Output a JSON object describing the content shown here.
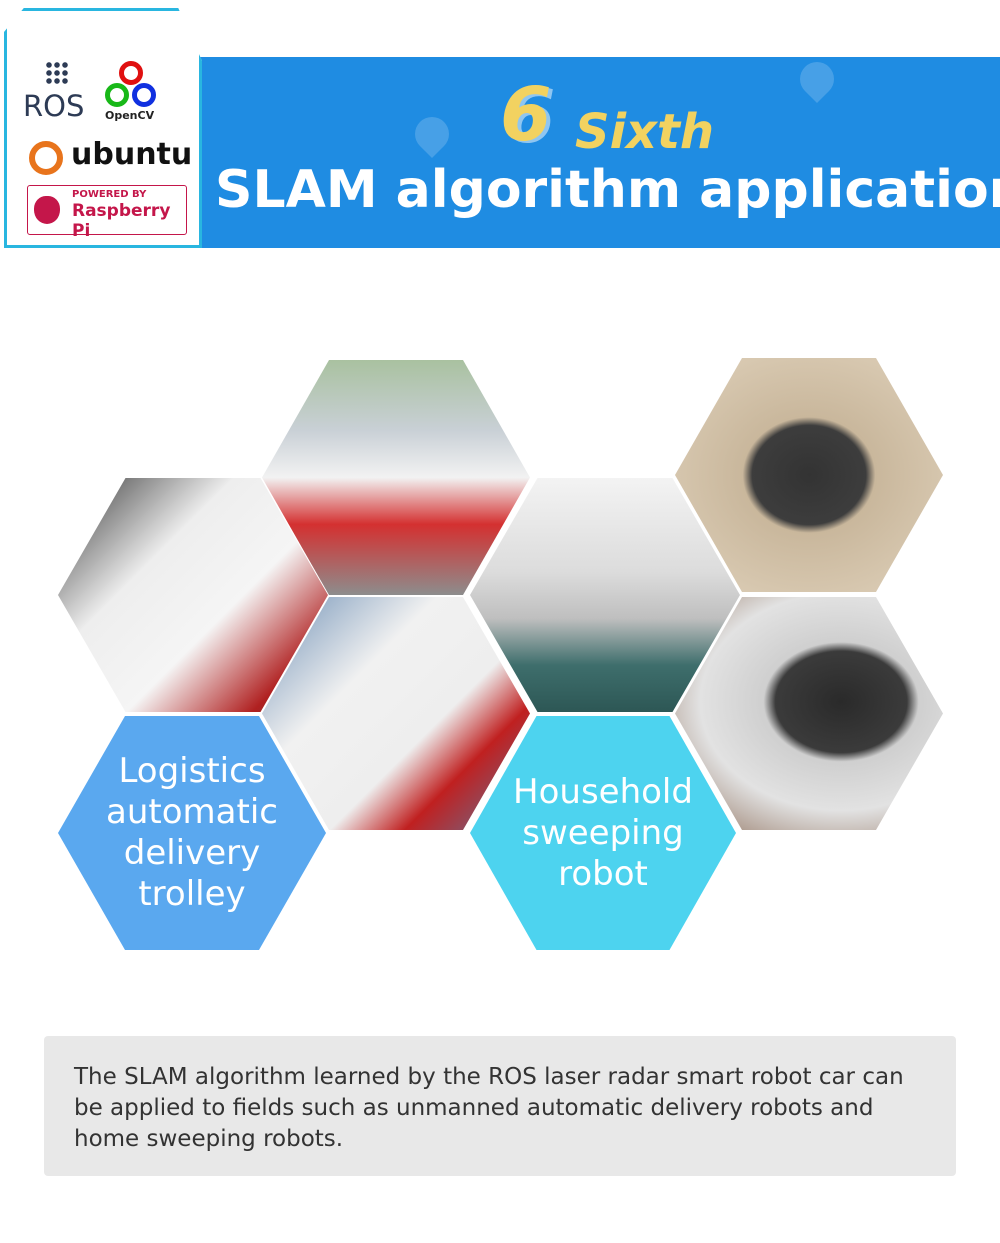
{
  "logos": {
    "ros": "ROS",
    "opencv": "OpenCV",
    "ubuntu": "ubuntu",
    "raspberry_top": "POWERED BY",
    "raspberry_name": "Raspberry Pi"
  },
  "header": {
    "number": "6",
    "ordinal": "Sixth",
    "title": "SLAM algorithm application",
    "band_color": "#1f8ce2",
    "accent_color": "#f2d260"
  },
  "categories": [
    {
      "label": "Logistics automatic delivery trolley",
      "color": "#5aa8ef"
    },
    {
      "label": "Household sweeping robot",
      "color": "#4dd3ef"
    }
  ],
  "description": "The SLAM algorithm learned by the ROS laser radar smart robot car can be applied to fields such as unmanned automatic delivery robots and home sweeping robots."
}
